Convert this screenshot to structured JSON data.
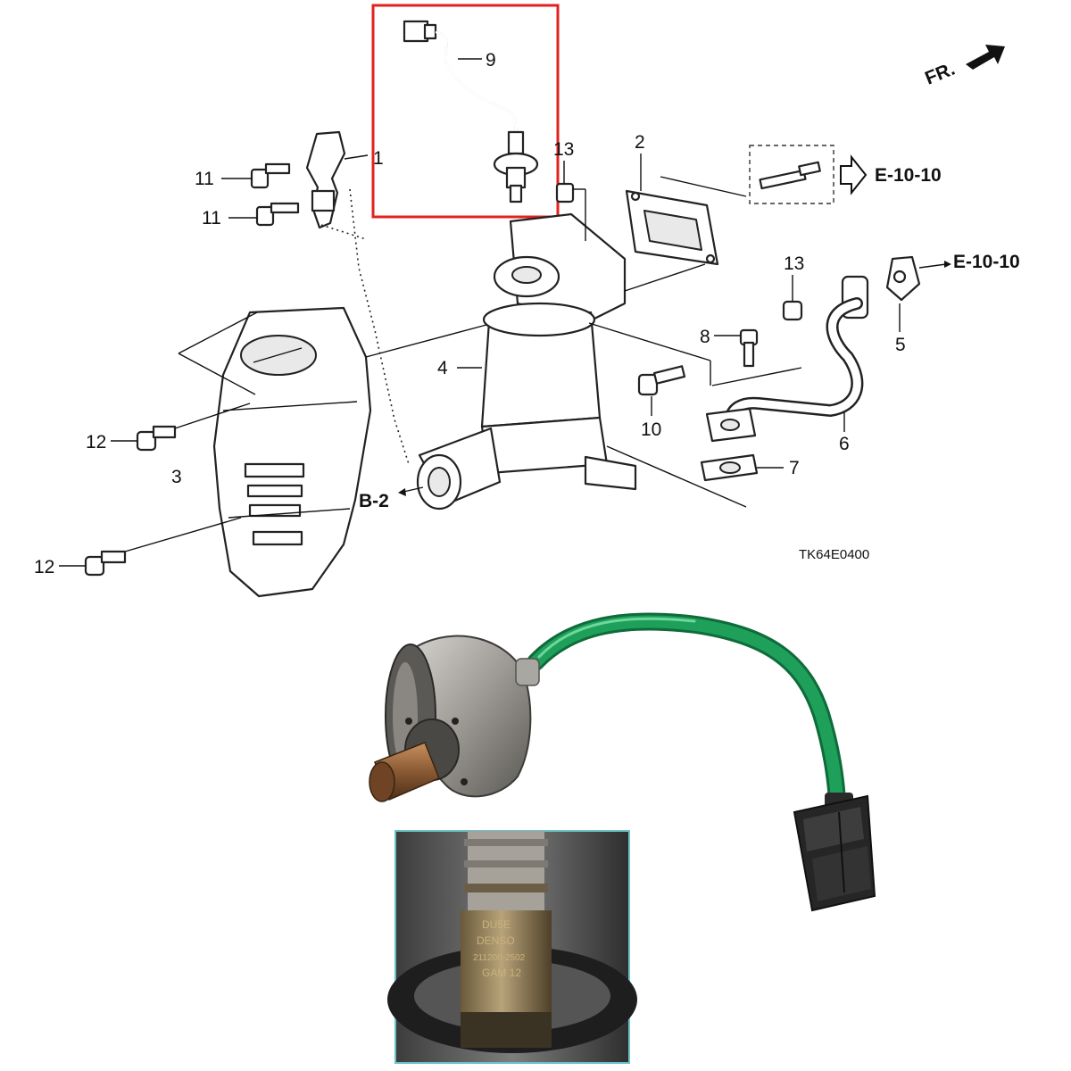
{
  "diagram": {
    "callouts": {
      "c1": "1",
      "c2": "2",
      "c3": "3",
      "c4": "4",
      "c5": "5",
      "c6": "6",
      "c7": "7",
      "c8": "8",
      "c9": "9",
      "c10": "10",
      "c11a": "11",
      "c11b": "11",
      "c12a": "12",
      "c12b": "12",
      "c13a": "13",
      "c13b": "13"
    },
    "refs": {
      "e1010_top": "E-10-10",
      "e1010_right": "E-10-10",
      "b2": "B-2"
    },
    "front_label": "FR.",
    "drawing_code": "TK64E0400",
    "highlight_color": "#e0231f"
  },
  "photo": {
    "wire_color": "#1fa05a",
    "inset_border_color": "#6bc1c8",
    "sensor_print": {
      "line1": "DU5E",
      "line2": "DENSO",
      "line3": "211200-2502",
      "line4": "GAM 12"
    }
  }
}
